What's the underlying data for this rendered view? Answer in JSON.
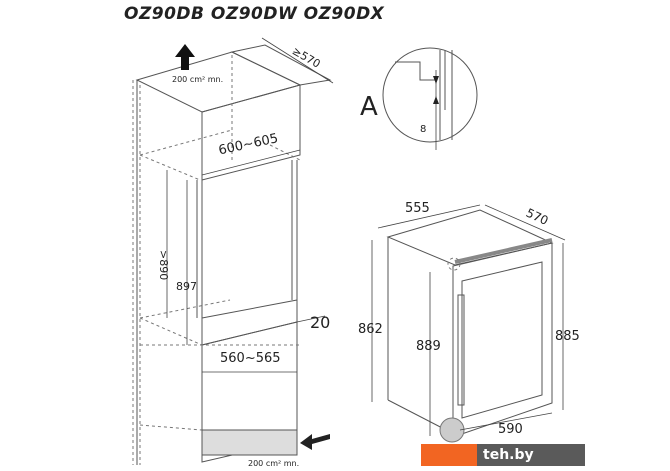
{
  "title": "OZ90DB OZ90DW OZ90DX",
  "niche": {
    "vent_top": "200 cm² mn.",
    "depth": "≥570",
    "width_top": "600~605",
    "height_min": ">890",
    "height": "897",
    "gap": "20",
    "width_bottom": "560~565",
    "vent_bottom": "200 cm² mn."
  },
  "detail": {
    "label": "A",
    "value": "8"
  },
  "appliance": {
    "width": "555",
    "depth": "570",
    "height_body": "862",
    "height_door": "889",
    "height_total": "885",
    "width_open": "590"
  },
  "watermark": "teh.by",
  "colors": {
    "watermark_orange": "#f26522",
    "watermark_grey": "#5a5a5a"
  }
}
